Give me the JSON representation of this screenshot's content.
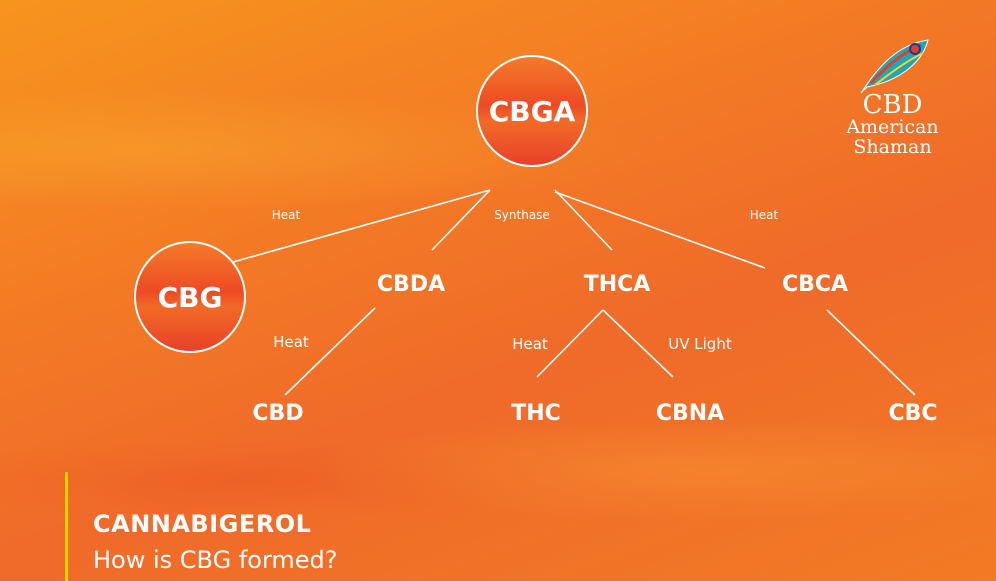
{
  "logo": {
    "line1": "CBD",
    "line2": "American",
    "line3": "Shaman"
  },
  "diagram": {
    "root": "CBGA",
    "cbg": "CBG",
    "level1": [
      "CBDA",
      "THCA",
      "CBCA"
    ],
    "level2": [
      "CBD",
      "THC",
      "CBNA",
      "CBC"
    ],
    "edge_labels": {
      "to_cbg": "Heat",
      "synthase": "Synthase",
      "to_cbca": "Heat",
      "cbda_cbd": "Heat",
      "thca_thc": "Heat",
      "thca_cbna": "UV Light"
    }
  },
  "caption": {
    "title": "CANNABIGEROL",
    "subtitle": "How is CBG formed?"
  },
  "colors": {
    "accent_bar": "#ffd200",
    "text": "#ffffff"
  }
}
